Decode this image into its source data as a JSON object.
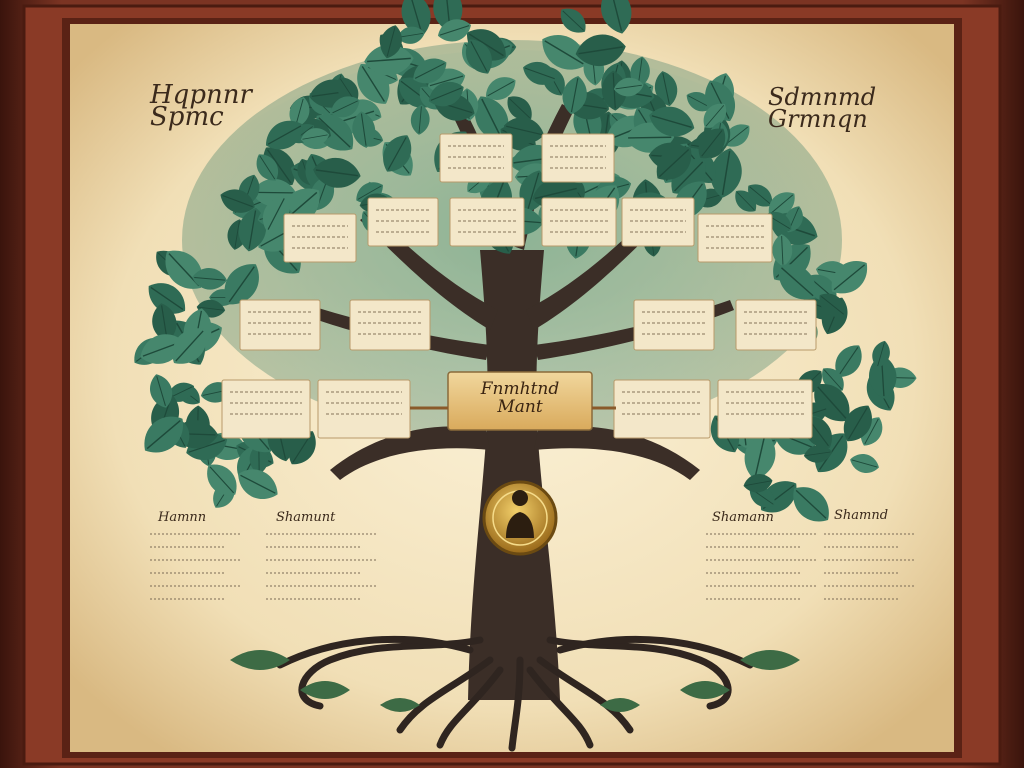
{
  "palette": {
    "frame": "#6b2a1c",
    "parchment": "#f3e6c8",
    "leaf": "#2f6b55",
    "trunk": "#3b2e27",
    "card": "#f2e6c8",
    "center_card": "#e8c88a",
    "medallion": "#c9962e"
  },
  "texts": {
    "corner_top_left": "Hqpnnr\nSpmc",
    "corner_top_right": "Sdmnmd\nGrmnqn",
    "center_card": "Fnmhtnd\nMant",
    "note_title_1": "Hamnn",
    "note_title_2": "Shamunt",
    "note_title_3": "Shamann",
    "note_title_4": "Shamnd"
  },
  "icons": {
    "medallion": "ancestor-portrait-medallion-icon"
  }
}
